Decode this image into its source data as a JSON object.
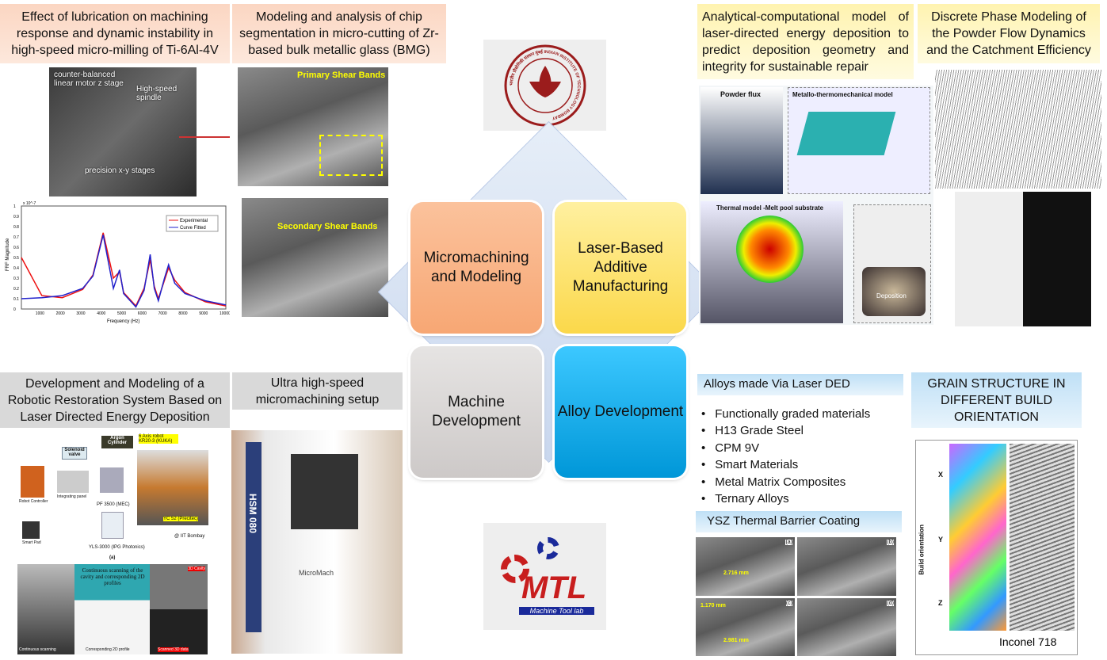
{
  "sections": {
    "micromilling": {
      "title": "Effect of lubrication on machining response and dynamic instability in high-speed micro-milling of Ti-6Al-4V",
      "photo_labels": [
        "counter-balanced linear motor z stage",
        "High-speed spindle",
        "precision x-y stages"
      ]
    },
    "bmg": {
      "title": "Modeling and analysis of chip segmentation in micro-cutting of Zr-based bulk metallic glass (BMG)",
      "label_primary": "Primary Shear Bands",
      "label_secondary": "Secondary Shear Bands"
    },
    "led": {
      "title": "Analytical-computational model of laser-directed energy deposition to predict deposition geometry and integrity for sustainable repair",
      "labels": [
        "Powder flux",
        "Metallo-thermomechanical model",
        "Thermal model -Melt pool substrate",
        "Deposition"
      ]
    },
    "dpm": {
      "title": "Discrete Phase Modeling of the Powder Flow Dynamics and the Catchment Efficiency"
    },
    "robotic": {
      "title": "Development and Modeling of a Robotic Restoration System Based on Laser Directed Energy Deposition",
      "labels": [
        "Argon Cylinder",
        "Solenoid valve",
        "6 Axis robot KR20-3 (KUKA)",
        "Robot Controller",
        "Integrating panel",
        "PF 3500 (MEC)",
        "Smart Pad",
        "YLS-3000 (IPG Photonics)",
        "YC 52 (Precitec)",
        "@ IIT Bombay",
        "(a)"
      ],
      "scan_labels": [
        "Continuous scanning of the cavity and corresponding 2D profiles",
        "Continuous scanning",
        "Corresponding 2D profile",
        "3D Cavity",
        "Scanned 3D data"
      ]
    },
    "ultra": {
      "title": "Ultra high-speed micromachining setup",
      "machine_label": "HSM 080",
      "brand": "MicroMach"
    },
    "alloys": {
      "title": "Alloys made Via Laser DED",
      "items": [
        "Functionally graded materials",
        "H13 Grade Steel",
        "CPM 9V",
        "Smart Materials",
        "Metal Matrix Composites",
        "Ternary Alloys"
      ]
    },
    "ysz": {
      "title": "YSZ Thermal Barrier Coating",
      "panels": [
        "(a)",
        "(b)",
        "(c)",
        "(d)"
      ],
      "measures": [
        "2.716 mm",
        "1.170 mm",
        "2.981 mm"
      ]
    },
    "grain": {
      "title": "GRAIN STRUCTURE IN DIFFERENT BUILD ORIENTATION",
      "axis": "Build orientation",
      "rows": [
        "X",
        "Y",
        "Z"
      ],
      "material": "Inconel 718"
    }
  },
  "center": {
    "quadrants": [
      "Micromachining and Modeling",
      "Laser-Based Additive Manufacturing",
      "Machine Development",
      "Alloy Development"
    ],
    "iit_logo_text": "भारतीय प्रौद्योगिकी संस्थान मुंबई INDIAN INSTITUTE OF TECHNOLOGY BOMBAY",
    "mtl_logo": "MTL",
    "mtl_sub": "Machine Tool lab"
  },
  "colors": {
    "orange": "#f9b383",
    "yellow": "#fde36a",
    "gray": "#d6d3d2",
    "blue": "#00b0f0"
  },
  "frf_plot": {
    "xlabel": "Frequency (Hz)",
    "ylabel": "FRF Magnitude",
    "scale": "x 10^-7",
    "xticks": [
      "1000",
      "2000",
      "3000",
      "4000",
      "5000",
      "6000",
      "7000",
      "8000",
      "9000",
      "10000"
    ],
    "yticks": [
      "0",
      "0.1",
      "0.2",
      "0.3",
      "0.4",
      "0.5",
      "0.6",
      "0.7",
      "0.8",
      "0.9",
      "1"
    ],
    "legend": [
      "Experimental",
      "Curve Fitted"
    ],
    "x": [
      0,
      1000,
      2000,
      3000,
      3500,
      4000,
      4500,
      4800,
      5000,
      5600,
      6000,
      6300,
      6500,
      6700,
      7000,
      7200,
      7500,
      8000,
      9000,
      10000
    ],
    "fitted": [
      0.1,
      0.11,
      0.13,
      0.2,
      0.32,
      0.72,
      0.2,
      0.38,
      0.15,
      0.02,
      0.18,
      0.53,
      0.2,
      0.08,
      0.3,
      0.43,
      0.25,
      0.15,
      0.08,
      0.04
    ],
    "experimental": [
      0.5,
      0.13,
      0.11,
      0.19,
      0.33,
      0.74,
      0.3,
      0.36,
      0.16,
      0.03,
      0.2,
      0.48,
      0.22,
      0.1,
      0.28,
      0.4,
      0.28,
      0.16,
      0.07,
      0.03
    ]
  }
}
